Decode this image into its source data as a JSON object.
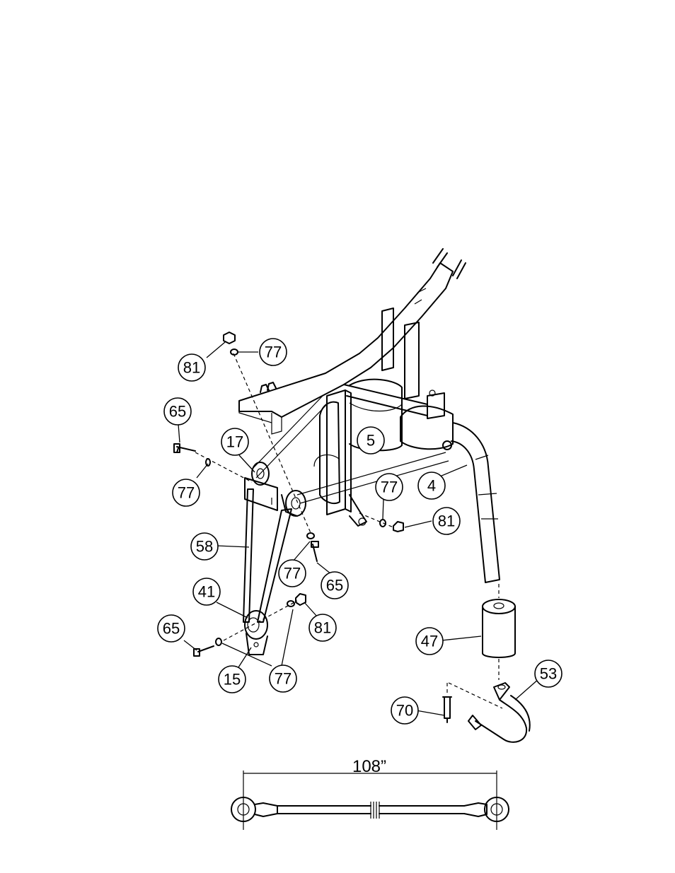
{
  "callouts": [
    {
      "id": "c81a",
      "label": "81"
    },
    {
      "id": "c77a",
      "label": "77"
    },
    {
      "id": "c65a",
      "label": "65"
    },
    {
      "id": "c17",
      "label": "17"
    },
    {
      "id": "c77b",
      "label": "77"
    },
    {
      "id": "c5",
      "label": "5"
    },
    {
      "id": "c77c",
      "label": "77"
    },
    {
      "id": "c4",
      "label": "4"
    },
    {
      "id": "c81b",
      "label": "81"
    },
    {
      "id": "c58",
      "label": "58"
    },
    {
      "id": "c77d",
      "label": "77"
    },
    {
      "id": "c65b",
      "label": "65"
    },
    {
      "id": "c41",
      "label": "41"
    },
    {
      "id": "c81c",
      "label": "81"
    },
    {
      "id": "c65c",
      "label": "65"
    },
    {
      "id": "c15",
      "label": "15"
    },
    {
      "id": "c77e",
      "label": "77"
    },
    {
      "id": "c47",
      "label": "47"
    },
    {
      "id": "c53",
      "label": "53"
    },
    {
      "id": "c70",
      "label": "70"
    }
  ],
  "cable": {
    "length_label": "108”"
  }
}
